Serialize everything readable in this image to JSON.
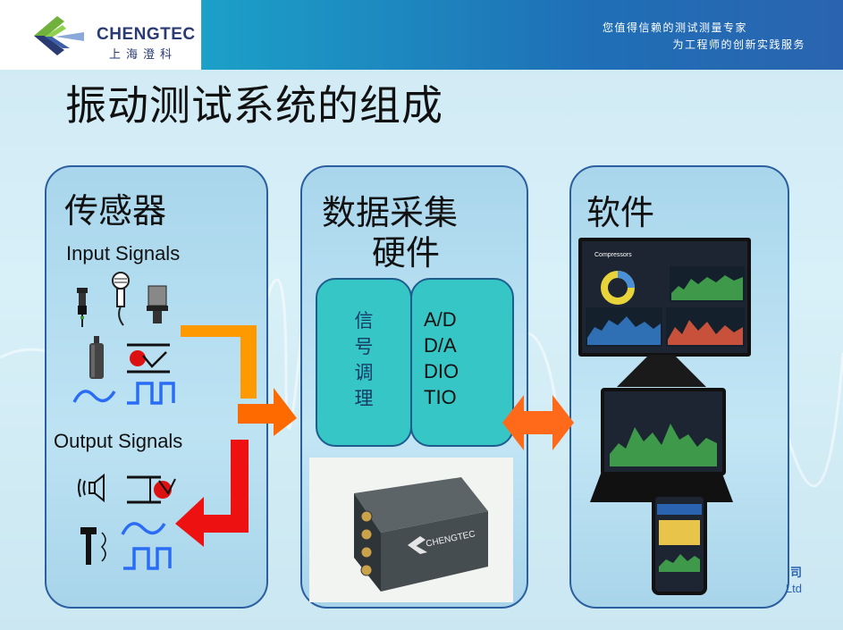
{
  "header": {
    "brand_name": "CHENGTEC",
    "brand_cn": "上海澄科",
    "slogan_line1": "您值得信赖的测试测量专家",
    "slogan_line2": "为工程师的创新实践服务"
  },
  "title": "振动测试系统的组成",
  "panels": {
    "sensors": {
      "title": "传感器",
      "input_label": "Input Signals",
      "output_label": "Output Signals"
    },
    "daq": {
      "title_line1": "数据采集",
      "title_line2": "硬件",
      "signal_chars": [
        "信",
        "号",
        "调",
        "理"
      ],
      "io_list": [
        "A/D",
        "D/A",
        "DIO",
        "TIO"
      ],
      "device_brand": "CHENGTEC"
    },
    "software": {
      "title": "软件",
      "dashboard_title": "Compressors"
    }
  },
  "footer": {
    "corner_char": "司",
    "corner_ltd": "Ltd"
  },
  "colors": {
    "header_blue": "#1f6fb6",
    "panel_border": "#2b5fa0",
    "teal_box": "#37c6c6",
    "orange_arrow": "#ff9900",
    "red_arrow": "#ee1111",
    "wave_blue": "#2a6df4"
  }
}
